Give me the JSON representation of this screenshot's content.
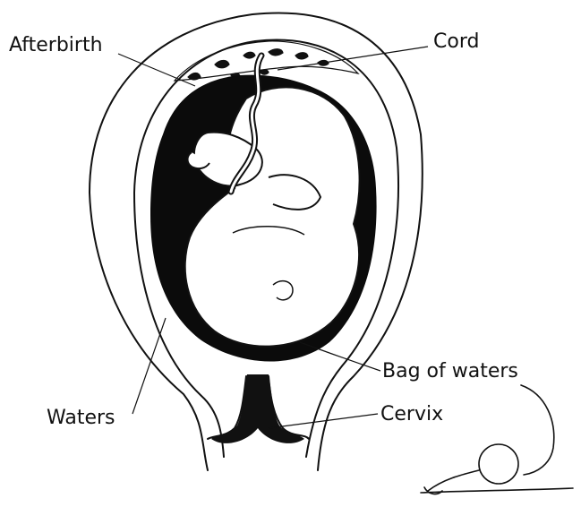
{
  "labels": {
    "afterbirth": "Afterbirth",
    "cord": "Cord",
    "bag_of_waters": "Bag of waters",
    "waters": "Waters",
    "cervix": "Cervix"
  },
  "colors": {
    "ink": "#111111",
    "background": "#ffffff",
    "fluid": "#0b0b0b"
  }
}
